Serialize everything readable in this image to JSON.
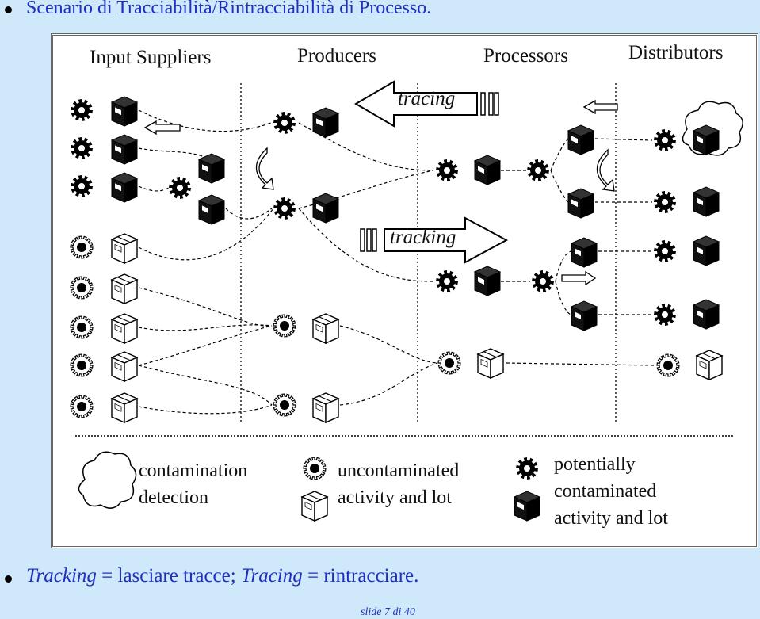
{
  "bullets": {
    "heading": "Scenario di Tracciabilità/Rintracciabilità di Processo.",
    "footer": {
      "term1": "Tracking",
      "def1": " = lasciare tracce; ",
      "term2": "Tracing",
      "def2": " = rintracciare."
    }
  },
  "slide_number": "slide 7 di 40",
  "diagram": {
    "columns": [
      "Input Suppliers",
      "Producers",
      "Processors",
      "Distributors"
    ],
    "arrows": {
      "tracing": "tracing",
      "tracking": "tracking"
    },
    "legend": {
      "contamination": [
        "contamination",
        "detection"
      ],
      "uncontaminated": [
        "uncontaminated",
        "activity and lot"
      ],
      "potential": [
        "potentially",
        "contaminated",
        "activity and lot"
      ]
    }
  },
  "colors": {
    "background": "#cfe9fb",
    "text_blue": "#1f2fbf"
  }
}
